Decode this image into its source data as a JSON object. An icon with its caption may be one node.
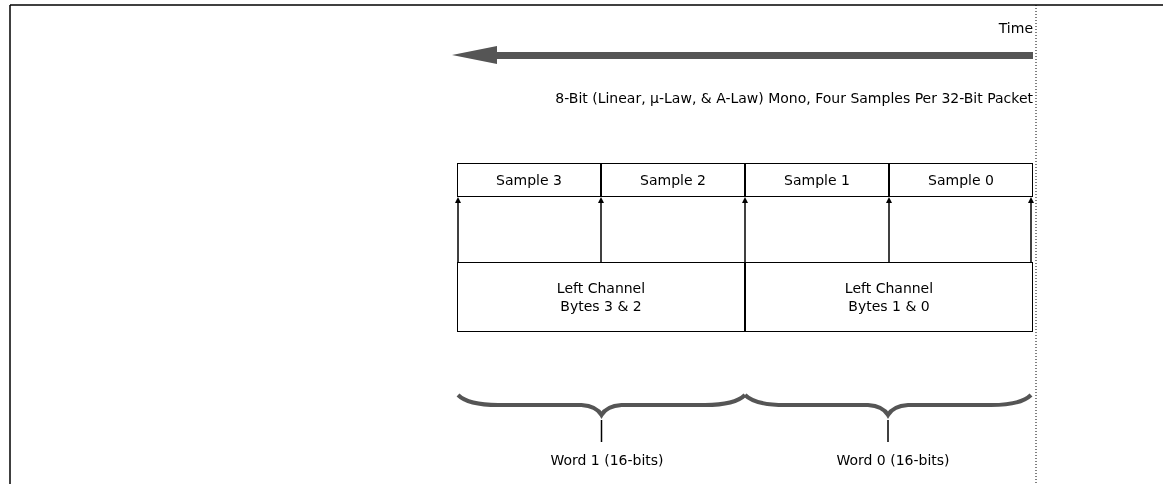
{
  "diagram": {
    "title": "8-Bit (Linear, µ-Law, & A-Law) Mono, Four Samples Per 32-Bit Packet",
    "nodes": [
      {
        "text": [
          "Sample 3"
        ]
      },
      {
        "text": [
          "Sample 2"
        ]
      },
      {
        "text": [
          "Sample 1"
        ]
      },
      {
        "text": [
          "Sample 0"
        ]
      },
      {
        "text": [
          "Left Channel Bytes 3 & 2"
        ]
      },
      {
        "text": [
          "Left Channel Bytes 1 & 0"
        ]
      }
    ],
    "edges": [
      {
        "from": 4,
        "to": 0,
        "arrow": "to"
      },
      {
        "from": 4,
        "to": 0,
        "arrow": "to"
      },
      {
        "from": 4,
        "to": 1,
        "arrow": "to"
      },
      {
        "from": 5,
        "to": 2,
        "arrow": "to"
      },
      {
        "from": 5,
        "to": 3,
        "arrow": "to"
      }
    ],
    "labels": [
      "Time",
      "Word 1 (16-bits)",
      "Word 0 (16-bits)"
    ]
  }
}
